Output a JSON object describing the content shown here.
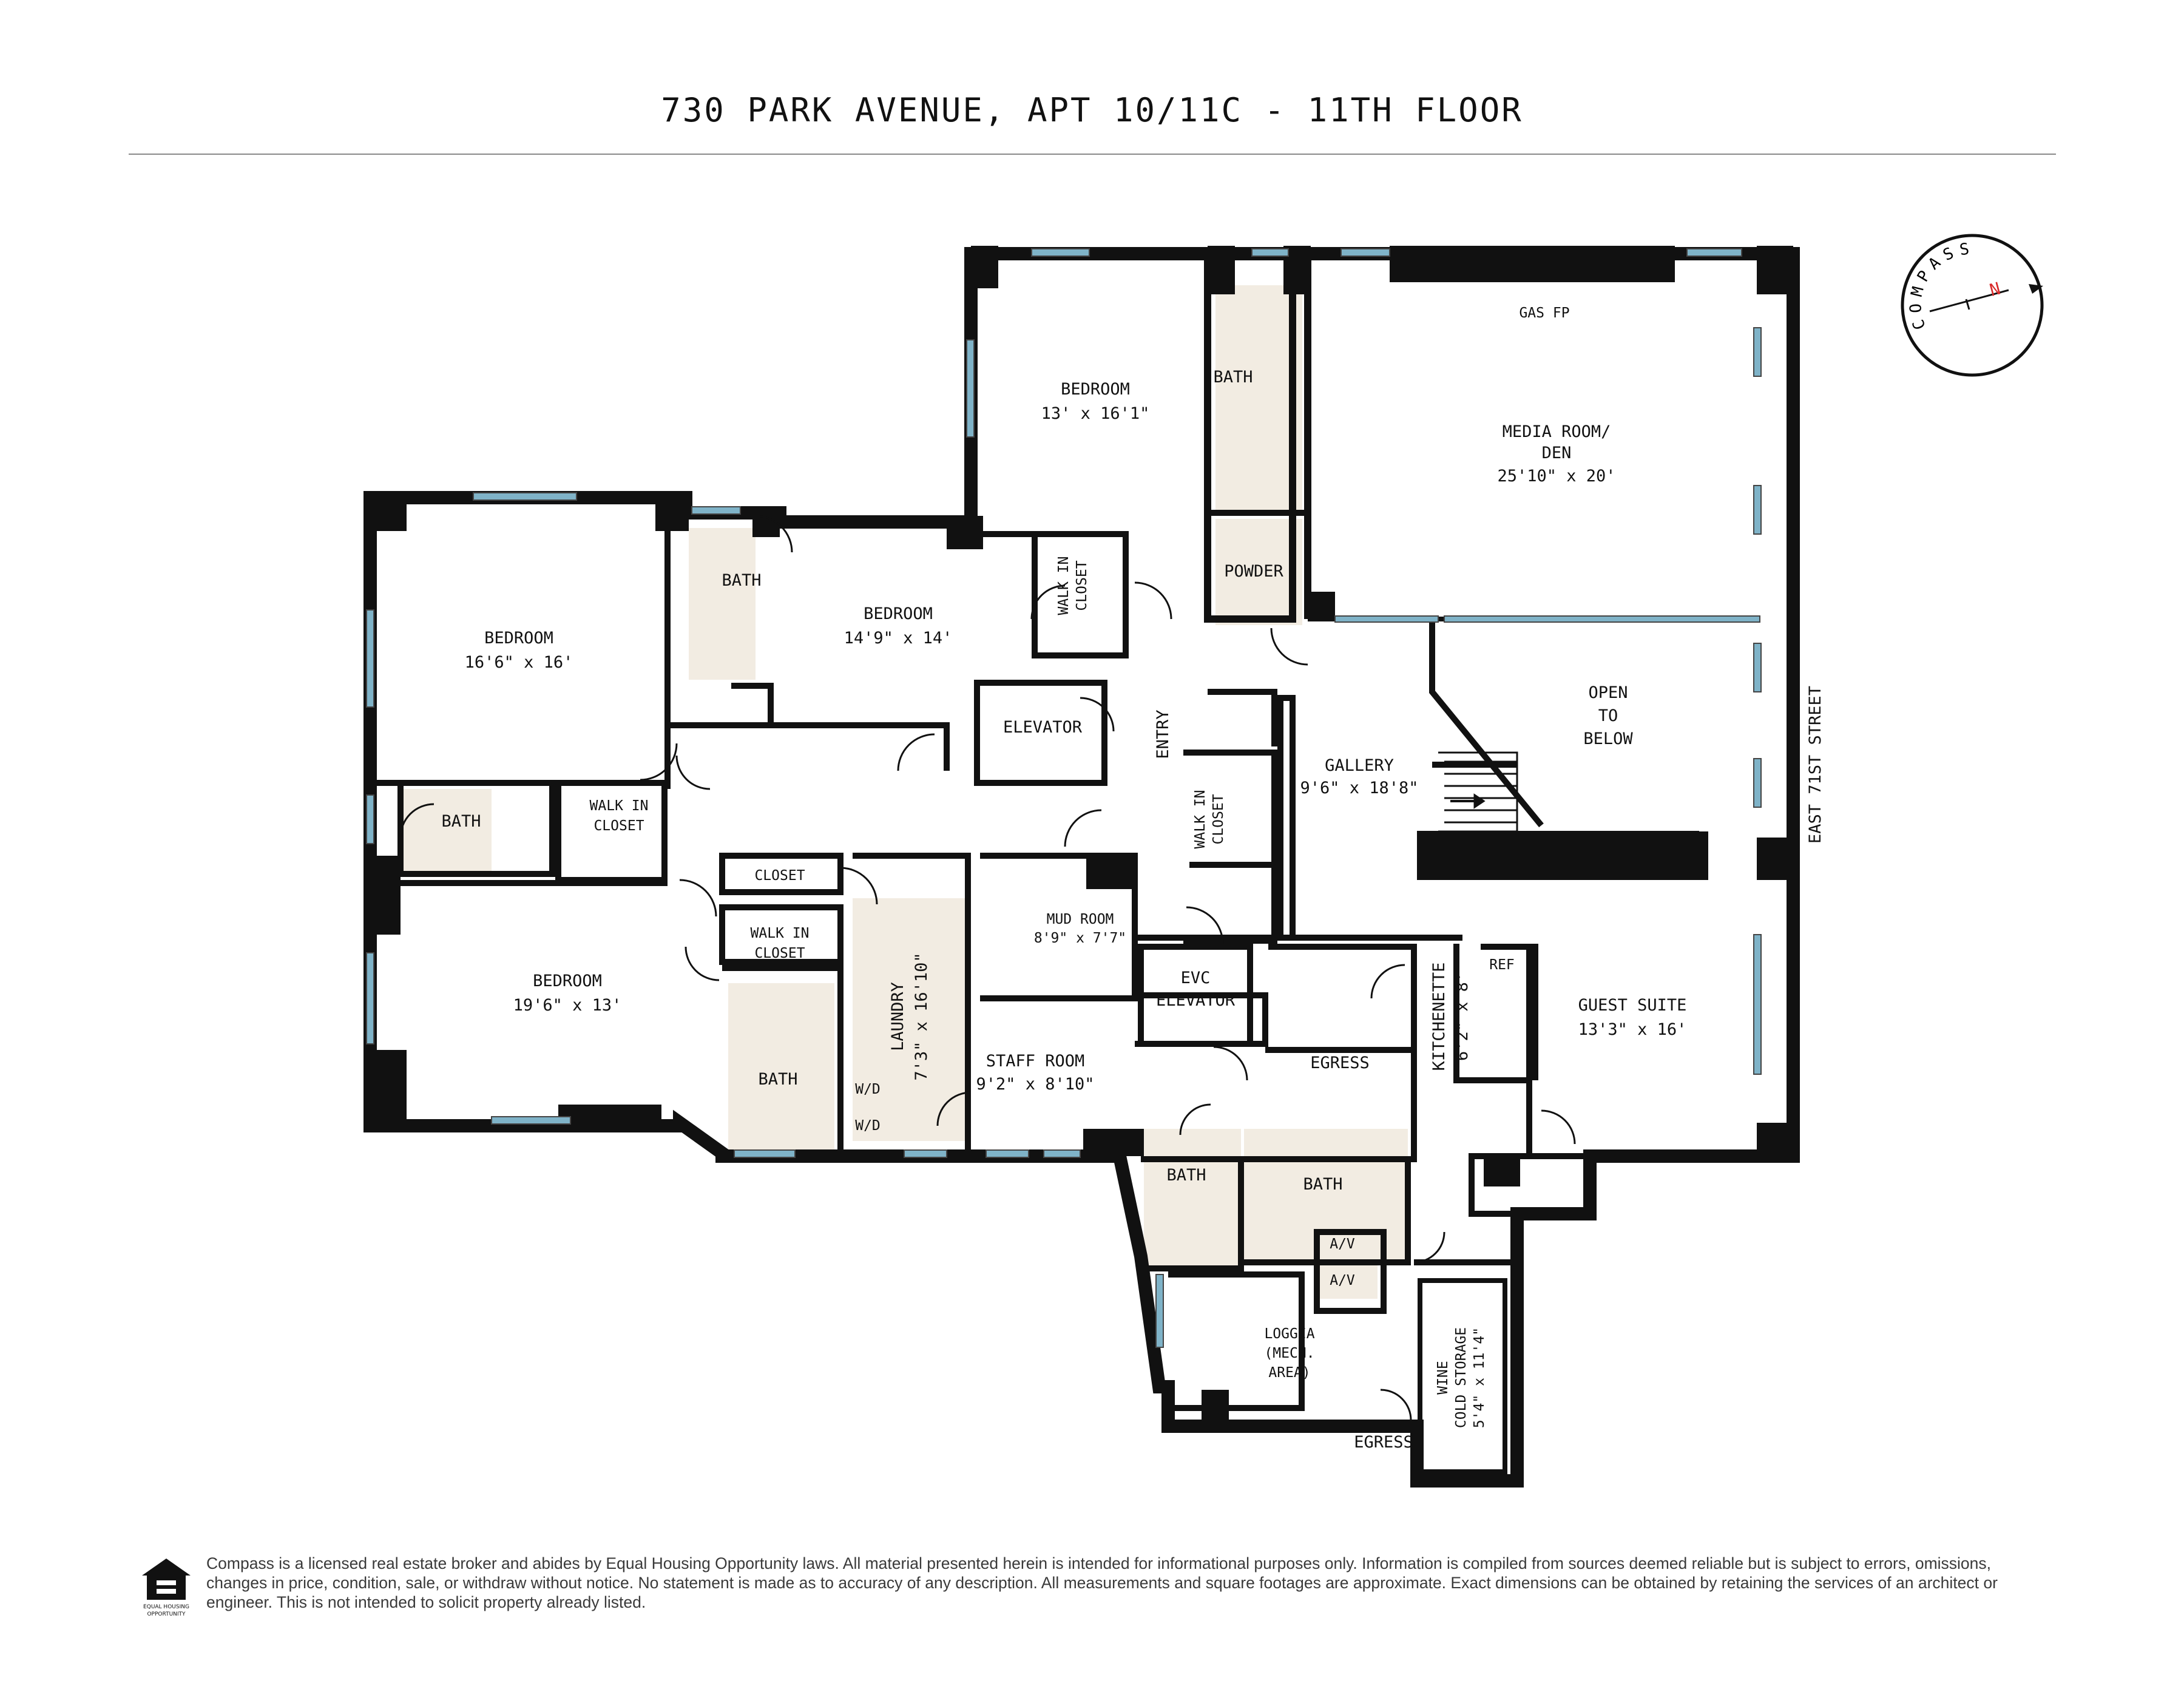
{
  "title": "730 PARK AVENUE, APT 10/11C - 11TH FLOOR",
  "compass": {
    "label": "COMPASS",
    "north": "N",
    "icon": "compass-rose-icon"
  },
  "street": "EAST 71ST STREET",
  "rooms": {
    "bedroom_top": {
      "name": "BEDROOM",
      "dims": "13' x 16'1\""
    },
    "bath_top": {
      "name": "BATH"
    },
    "media": {
      "name_line1": "MEDIA ROOM/",
      "name_line2": "DEN",
      "dims": "25'10\" x 20'"
    },
    "gas_fp": "GAS FP",
    "powder": "POWDER",
    "walkin_top": {
      "line1": "WALK IN",
      "line2": "CLOSET"
    },
    "bedroom_nw": {
      "name": "BEDROOM",
      "dims": "16'6\" x 16'"
    },
    "bath_nw": "BATH",
    "bedroom_mid": {
      "name": "BEDROOM",
      "dims": "14'9\" x 14'"
    },
    "elevator": "ELEVATOR",
    "entry": "ENTRY",
    "walkin_entry": {
      "line1": "WALK IN",
      "line2": "CLOSET"
    },
    "gallery": {
      "name": "GALLERY",
      "dims": "9'6\" x 18'8\""
    },
    "open_below": {
      "line1": "OPEN",
      "line2": "TO",
      "line3": "BELOW"
    },
    "bath_w": "BATH",
    "walkin_w": {
      "line1": "WALK IN",
      "line2": "CLOSET"
    },
    "closet": "CLOSET",
    "walkin_sw": {
      "line1": "WALK IN",
      "line2": "CLOSET"
    },
    "bedroom_sw": {
      "name": "BEDROOM",
      "dims": "19'6\" x 13'"
    },
    "bath_sw": "BATH",
    "laundry": {
      "name": "LAUNDRY",
      "dims": "7'3\" x 16'10\""
    },
    "wd1": "W/D",
    "wd2": "W/D",
    "mudroom": {
      "name": "MUD ROOM",
      "dims": "8'9\" x 7'7\""
    },
    "evc": {
      "line1": "EVC",
      "line2": "ELEVATOR"
    },
    "staff": {
      "name": "STAFF ROOM",
      "dims": "9'2\" x 8'10\""
    },
    "egress_mid": "EGRESS",
    "kitchenette": {
      "name": "KITCHENETTE",
      "dims": "6'2\" x 8'"
    },
    "ref": "REF",
    "guest": {
      "name": "GUEST SUITE",
      "dims": "13'3\" x 16'"
    },
    "bath_s1": "BATH",
    "bath_s2": "BATH",
    "av1": "A/V",
    "av2": "A/V",
    "loggia": {
      "line1": "LOGGIA",
      "line2": "(MECH.",
      "line3": "AREA)"
    },
    "egress_bottom": "EGRESS",
    "wine": {
      "line1": "WINE",
      "line2": "COLD STORAGE",
      "dims": "5'4\" x 11'4\""
    }
  },
  "disclaimer": "Compass is a licensed real estate broker and abides by Equal Housing Opportunity laws. All material presented herein is intended for informational purposes only. Information is compiled from sources deemed reliable but is subject to errors, omissions, changes in price, condition, sale, or withdraw without notice. No statement is made as to accuracy of any description. All measurements and square footages are approximate. Exact dimensions can be obtained by retaining the services of an architect or engineer. This is not intended to solicit property already listed.",
  "eho_logo": {
    "line1": "EQUAL HOUSING",
    "line2": "OPPORTUNITY",
    "icon": "equal-housing-icon"
  },
  "colors": {
    "wall": "#111111",
    "window": "#7fb3c8",
    "wetroom": "#f2ece2",
    "title_rule": "#8a8a8a"
  }
}
